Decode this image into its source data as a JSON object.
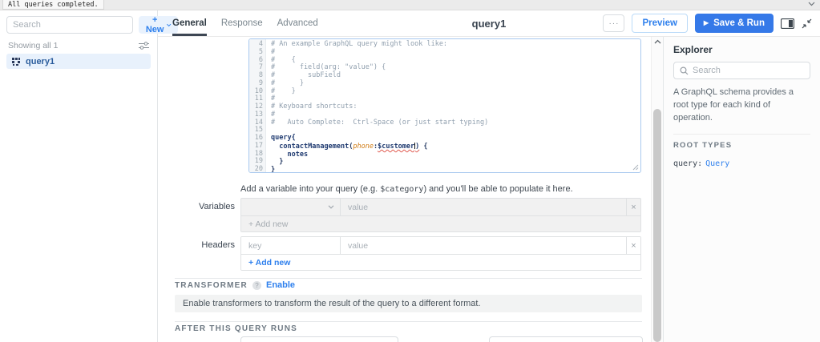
{
  "status_bar": {
    "message": "All queries completed."
  },
  "sidebar": {
    "search_placeholder": "Search",
    "new_button_label": "+ New",
    "showing_label": "Showing all 1",
    "items": [
      {
        "label": "query1",
        "selected": true
      }
    ]
  },
  "header": {
    "tabs": [
      {
        "label": "General",
        "active": true
      },
      {
        "label": "Response",
        "active": false
      },
      {
        "label": "Advanced",
        "active": false
      }
    ],
    "title": "query1",
    "more_label": "···",
    "preview_label": "Preview",
    "save_run_label": "Save & Run",
    "play_glyph": "▶"
  },
  "editor": {
    "lines": [
      {
        "n": 4,
        "segs": [
          {
            "t": "# An example GraphQL query might look like:",
            "c": "comment"
          }
        ]
      },
      {
        "n": 5,
        "segs": [
          {
            "t": "#",
            "c": "comment"
          }
        ]
      },
      {
        "n": 6,
        "segs": [
          {
            "t": "#    {",
            "c": "comment"
          }
        ]
      },
      {
        "n": 7,
        "segs": [
          {
            "t": "#      field(arg: \"value\") {",
            "c": "comment"
          }
        ]
      },
      {
        "n": 8,
        "segs": [
          {
            "t": "#        subField",
            "c": "comment"
          }
        ]
      },
      {
        "n": 9,
        "segs": [
          {
            "t": "#      }",
            "c": "comment"
          }
        ]
      },
      {
        "n": 10,
        "segs": [
          {
            "t": "#    }",
            "c": "comment"
          }
        ]
      },
      {
        "n": 11,
        "segs": [
          {
            "t": "#",
            "c": "comment"
          }
        ]
      },
      {
        "n": 12,
        "segs": [
          {
            "t": "# Keyboard shortcuts:",
            "c": "comment"
          }
        ]
      },
      {
        "n": 13,
        "segs": [
          {
            "t": "#",
            "c": "comment"
          }
        ]
      },
      {
        "n": 14,
        "segs": [
          {
            "t": "#   Auto Complete:  Ctrl-Space (or just start typing)",
            "c": "comment"
          }
        ]
      },
      {
        "n": 15,
        "segs": []
      },
      {
        "n": 16,
        "segs": [
          {
            "t": "query{",
            "c": "keyword"
          }
        ]
      },
      {
        "n": 17,
        "segs": [
          {
            "t": "  ",
            "c": "plain"
          },
          {
            "t": "contactManagement",
            "c": "field"
          },
          {
            "t": "(",
            "c": "punct"
          },
          {
            "t": "phone",
            "c": "arg"
          },
          {
            "t": ":",
            "c": "punct"
          },
          {
            "t": "$customer",
            "c": "error"
          },
          {
            "c": "cursor"
          },
          {
            "t": ")",
            "c": "error"
          },
          {
            "t": " {",
            "c": "punct"
          }
        ]
      },
      {
        "n": 18,
        "segs": [
          {
            "t": "    ",
            "c": "plain"
          },
          {
            "t": "notes",
            "c": "field"
          }
        ]
      },
      {
        "n": 19,
        "segs": [
          {
            "t": "  }",
            "c": "punct"
          }
        ]
      },
      {
        "n": 20,
        "segs": [
          {
            "t": "}",
            "c": "punct"
          }
        ]
      }
    ]
  },
  "variables_section": {
    "hint_pre": "Add a variable into your query (e.g. ",
    "hint_code": "$category",
    "hint_post": ") and you'll be able to populate it here.",
    "label": "Variables",
    "value_placeholder": "value",
    "add_new_label": "+ Add new",
    "close_glyph": "×"
  },
  "headers_section": {
    "label": "Headers",
    "key_placeholder": "key",
    "value_placeholder": "value",
    "add_new_label": "+ Add new",
    "close_glyph": "×"
  },
  "transformer_section": {
    "title": "TRANSFORMER",
    "help_glyph": "?",
    "enable_label": "Enable",
    "description": "Enable transformers to transform the result of the query to a different format."
  },
  "after_query_section": {
    "title": "AFTER THIS QUERY RUNS"
  },
  "explorer": {
    "title": "Explorer",
    "search_placeholder": "Search",
    "description": "A GraphQL schema provides a root type for each kind of operation.",
    "root_types_label": "ROOT TYPES",
    "root_query_key": "query:",
    "root_query_type": "Query"
  },
  "colors": {
    "accent_blue": "#2f80ed",
    "save_button_blue": "#3579e8",
    "selected_item_bg": "#e8f1fc",
    "code_keyword_navy": "#1f3a70",
    "code_comment_gray": "#909fae",
    "code_arg_orange": "#d07c15",
    "error_underline_red": "#e05a4f",
    "section_gray_bg": "#f2f3f3"
  }
}
